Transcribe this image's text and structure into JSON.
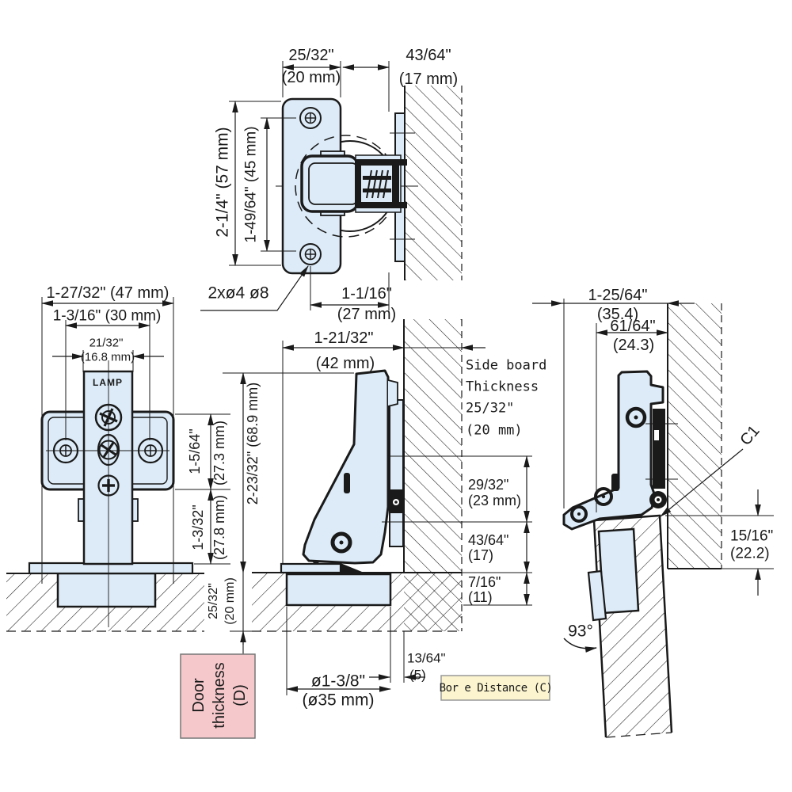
{
  "drawing": {
    "colors": {
      "part_fill": "#dcebf7",
      "line": "#1a1a1a",
      "door_label_bg": "#f5c8cb",
      "bore_label_bg": "#fbf4cf"
    },
    "top_view": {
      "dim_plate_w_in": "25/32\"",
      "dim_plate_w_mm": "(20 mm)",
      "dim_gap_in": "43/64\"",
      "dim_gap_mm": "(17 mm)",
      "dim_height": "2-1/4\" (57 mm)",
      "dim_holes": "1-49/64\" (45 mm)",
      "holes_note": "2xø4 ø8",
      "dim_depth_in": "1-1/16\"",
      "dim_depth_mm": "(27 mm)"
    },
    "front_view": {
      "dim_overall": "1-27/32\" (47 mm)",
      "dim_screws": "1-3/16\" (30 mm)",
      "dim_arm_in": "21/32\"",
      "dim_arm_mm": "(16.8 mm)",
      "logo": "LAMP",
      "dim_upper_in": "1-5/64\"",
      "dim_upper_mm": "(27.3 mm)",
      "dim_lower_in": "1-3/32\"",
      "dim_lower_mm": "(27.8 mm)",
      "dim_total": "2-23/32\" (68.9 mm)",
      "dim_door_in": "25/32\"",
      "dim_door_mm": "(20 mm)",
      "door_label_line1": "Door",
      "door_label_line2": "thickness",
      "door_label_line3": "(D)"
    },
    "side_view": {
      "dim_depth_in": "1-21/32\"",
      "dim_depth_mm": "(42 mm)",
      "board_note_line1": "Side board",
      "board_note_line2": "Thickness",
      "board_note_line3": "25/32\"",
      "board_note_line4": "(20 mm)",
      "dim_plate_in": "29/32\"",
      "dim_plate_mm": "(23 mm)",
      "dim_arm_in": "43/64\"",
      "dim_arm_mm": "(17)",
      "dim_cupdepth_in": "7/16\"",
      "dim_cupdepth_mm": "(11)",
      "dim_edge_in": "13/64\"",
      "dim_edge_mm": "(5)",
      "dim_bore_in": "ø1-3/8\"",
      "dim_bore_mm": "(ø35 mm)",
      "bore_label": "Bor e Distance (C)"
    },
    "open_view": {
      "dim_overall_in": "1-25/64\"",
      "dim_overall_mm": "(35.4)",
      "dim_inner_in": "61/64\"",
      "dim_inner_mm": "(24.3)",
      "c1_label": "C1",
      "dim_reveal_in": "15/16\"",
      "dim_reveal_mm": "(22.2)",
      "angle_label": "93°"
    }
  }
}
